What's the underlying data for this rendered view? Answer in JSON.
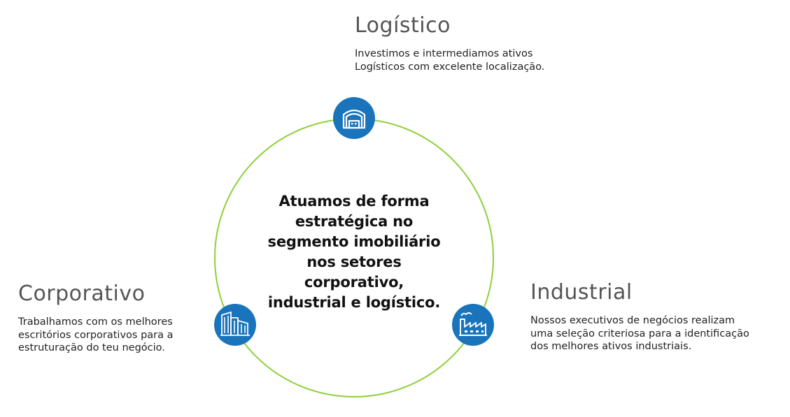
{
  "center": {
    "lines": [
      "Atuamos de forma",
      "estratégica no",
      "segmento imobiliário",
      "nos setores",
      "corporativo,",
      "industrial e logístico."
    ]
  },
  "segments": {
    "logistico": {
      "title": "Logístico",
      "description": [
        "Investimos e intermediamos ativos",
        "Logísticos com excelente localização."
      ],
      "icon": "warehouse-icon"
    },
    "corporativo": {
      "title": "Corporativo",
      "description": [
        "Trabalhamos com os melhores",
        "escritórios corporativos para a",
        "estruturação do teu negócio."
      ],
      "icon": "office-buildings-icon"
    },
    "industrial": {
      "title": "Industrial",
      "description": [
        "Nossos executivos de negócios realizam",
        "uma seleção criteriosa para a identificação",
        "dos melhores ativos industriais."
      ],
      "icon": "factory-icon"
    }
  },
  "colors": {
    "ring": "#8ed03a",
    "icon_bg": "#1a74bb",
    "icon_fg": "#ffffff",
    "title": "#555555",
    "text": "#222222"
  }
}
